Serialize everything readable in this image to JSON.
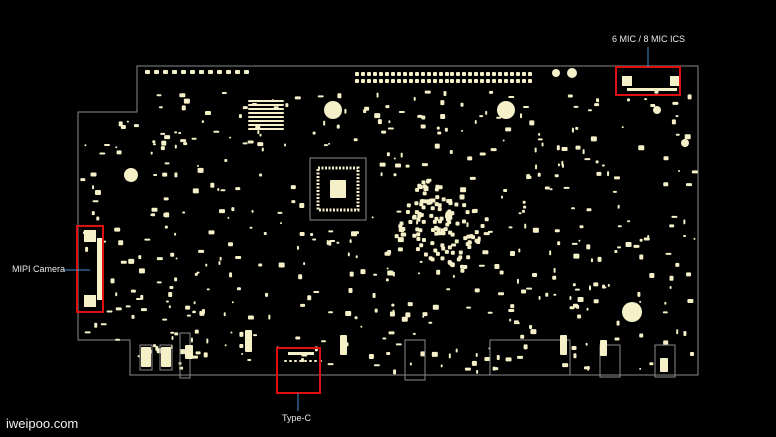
{
  "diagram": {
    "callouts": {
      "mic": "6 MIC / 8 MIC  ICS",
      "camera": "MIPI Camera",
      "typec": "Type-C"
    },
    "watermark": "iweipoo.com",
    "colors": {
      "background": "#000000",
      "pad": "#f5f0c8",
      "outline": "#8a8a8a",
      "highlight": "#e01010",
      "leader": "#4a90d0"
    }
  }
}
